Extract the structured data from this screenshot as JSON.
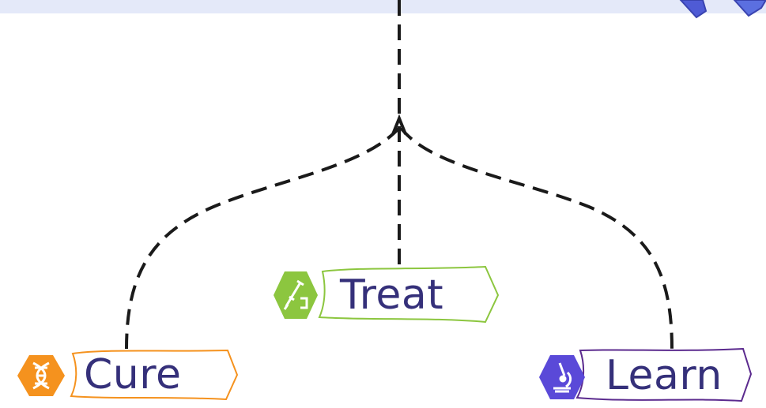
{
  "colors": {
    "background": "#ffffff",
    "top_band": "#e4e9f9",
    "connector": "#1a1a1a",
    "label_text": "#35307a",
    "cure_accent": "#f5921e",
    "treat_accent": "#8cc63f",
    "learn_accent": "#5b2a8e",
    "learn_badge": "#5a49d8"
  },
  "nodes": {
    "cure": {
      "label": "Cure",
      "icon": "dna-icon"
    },
    "treat": {
      "label": "Treat",
      "icon": "syringe-icon"
    },
    "learn": {
      "label": "Learn",
      "icon": "microscope-icon"
    }
  }
}
